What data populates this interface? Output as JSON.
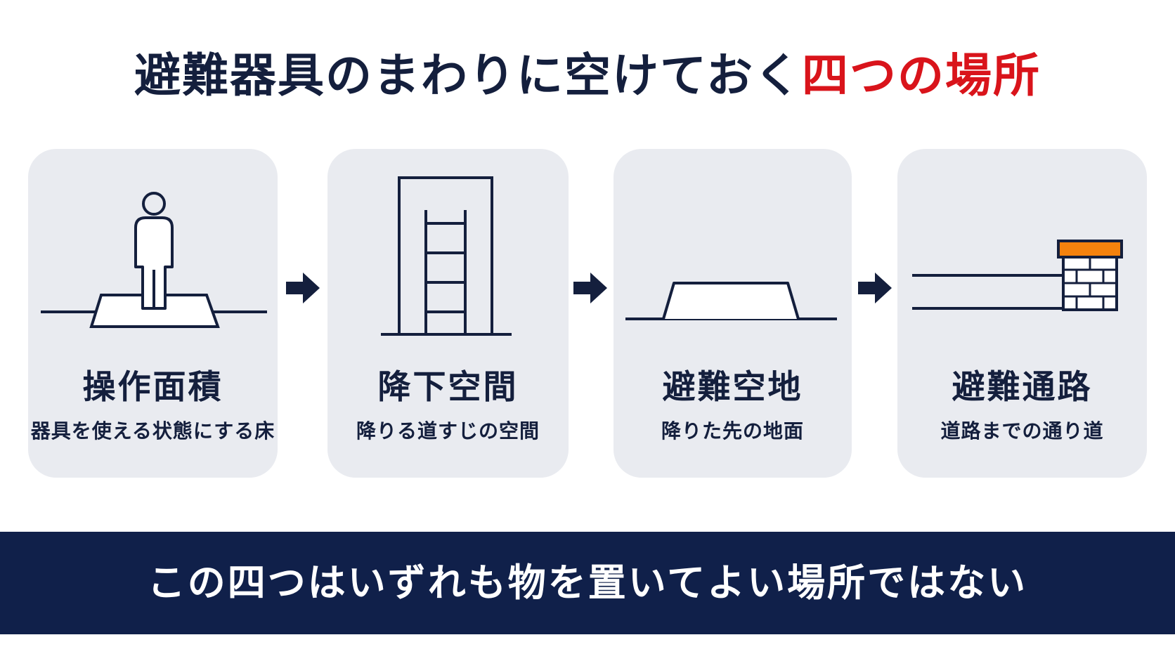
{
  "title": {
    "main": "避難器具のまわりに空けておく",
    "accent": "四つの場所"
  },
  "colors": {
    "navy": "#141f3d",
    "accent": "#d9141b",
    "card_bg": "#e9ebf0",
    "banner_bg": "#10204a",
    "brick_top": "#f5820d"
  },
  "steps": [
    {
      "title": "操作面積",
      "subtitle": "器具を使える状態にする床",
      "icon": "person-on-floor-icon"
    },
    {
      "title": "降下空間",
      "subtitle": "降りる道すじの空間",
      "icon": "ladder-icon"
    },
    {
      "title": "避難空地",
      "subtitle": "降りた先の地面",
      "icon": "landing-ground-icon"
    },
    {
      "title": "避難通路",
      "subtitle": "道路までの通り道",
      "icon": "path-to-wall-icon"
    }
  ],
  "arrow_icon": "right-arrow-icon",
  "banner": {
    "text": "この四つはいずれも物を置いてよい場所ではない"
  }
}
